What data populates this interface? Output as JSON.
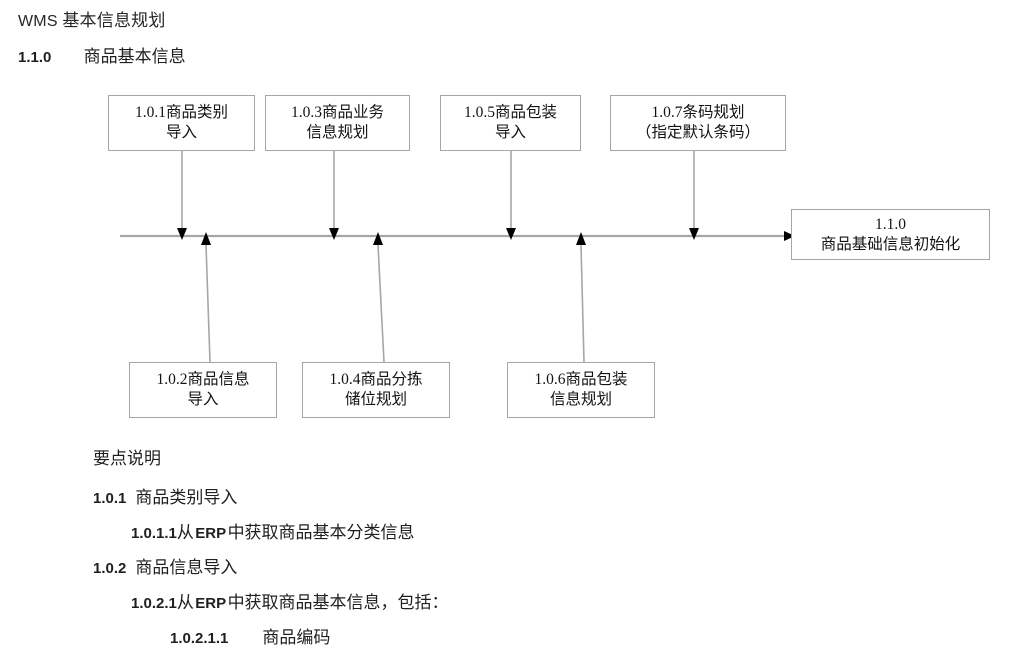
{
  "document": {
    "heading_latin": "WMS",
    "heading_cjk": "基本信息规划",
    "section_number": "1.1.0",
    "section_title": "商品基本信息"
  },
  "diagram": {
    "type": "fishbone-process-flow",
    "spine_label": "main-process-arrow",
    "top_nodes": [
      {
        "id": "1.0.1",
        "line1": "1.0.1商品类别",
        "line2": "导入"
      },
      {
        "id": "1.0.3",
        "line1": "1.0.3商品业务",
        "line2": "信息规划"
      },
      {
        "id": "1.0.5",
        "line1": "1.0.5商品包装",
        "line2": "导入"
      },
      {
        "id": "1.0.7",
        "line1": "1.0.7条码规划",
        "line2": "（指定默认条码）"
      }
    ],
    "bottom_nodes": [
      {
        "id": "1.0.2",
        "line1": "1.0.2商品信息",
        "line2": "导入"
      },
      {
        "id": "1.0.4",
        "line1": "1.0.4商品分拣",
        "line2": "储位规划"
      },
      {
        "id": "1.0.6",
        "line1": "1.0.6商品包装",
        "line2": "信息规划"
      }
    ],
    "result_node": {
      "id": "1.1.0",
      "line1": "1.1.0",
      "line2": "商品基础信息初始化"
    },
    "colors": {
      "box_border": "#a6a6a6",
      "line": "#a6a6a6",
      "arrow_head": "#000000",
      "text": "#131313",
      "background": "#ffffff"
    }
  },
  "notes": {
    "title": "要点说明",
    "items": [
      {
        "level": 2,
        "num": "1.0.1",
        "text": "商品类别导入"
      },
      {
        "level": 3,
        "num": "1.0.1.1",
        "text_a": "从",
        "latin": "ERP",
        "text_b": "中获取商品基本分类信息"
      },
      {
        "level": 2,
        "num": "1.0.2",
        "text": "商品信息导入"
      },
      {
        "level": 3,
        "num": "1.0.2.1",
        "text_a": "从",
        "latin": "ERP",
        "text_b": "中获取商品基本信息，包括："
      },
      {
        "level": 4,
        "num": "1.0.2.1.1",
        "text": "商品编码"
      }
    ]
  }
}
